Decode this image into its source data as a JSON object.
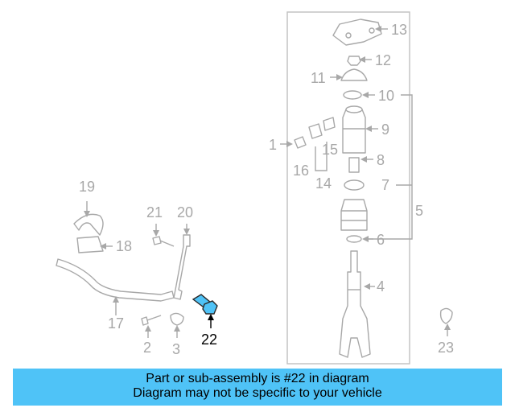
{
  "diagram": {
    "highlight_color": "#4fc3f7",
    "line_color": "#a8a8a8",
    "highlighted_part": "22",
    "callouts": [
      {
        "id": "1",
        "label": "1"
      },
      {
        "id": "2",
        "label": "2"
      },
      {
        "id": "3",
        "label": "3"
      },
      {
        "id": "4",
        "label": "4"
      },
      {
        "id": "5",
        "label": "5"
      },
      {
        "id": "6",
        "label": "6"
      },
      {
        "id": "7",
        "label": "7"
      },
      {
        "id": "8",
        "label": "8"
      },
      {
        "id": "9",
        "label": "9"
      },
      {
        "id": "10",
        "label": "10"
      },
      {
        "id": "11",
        "label": "11"
      },
      {
        "id": "12",
        "label": "12"
      },
      {
        "id": "13",
        "label": "13"
      },
      {
        "id": "14",
        "label": "14"
      },
      {
        "id": "15",
        "label": "15"
      },
      {
        "id": "16",
        "label": "16"
      },
      {
        "id": "17",
        "label": "17"
      },
      {
        "id": "18",
        "label": "18"
      },
      {
        "id": "19",
        "label": "19"
      },
      {
        "id": "20",
        "label": "20"
      },
      {
        "id": "21",
        "label": "21"
      },
      {
        "id": "22",
        "label": "22"
      },
      {
        "id": "23",
        "label": "23"
      }
    ]
  },
  "banner": {
    "line1": "Part or sub-assembly is #22 in diagram",
    "line2": "Diagram may not be specific to your vehicle"
  }
}
